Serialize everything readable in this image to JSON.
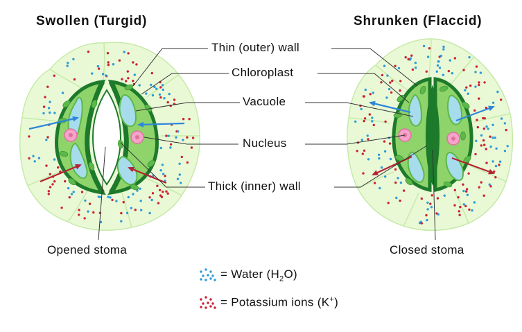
{
  "titles": {
    "left": "Swollen (Turgid)",
    "right": "Shrunken (Flaccid)"
  },
  "labels": {
    "thin_wall": "Thin (outer) wall",
    "chloroplast": "Chloroplast",
    "vacuole": "Vacuole",
    "nucleus": "Nucleus",
    "thick_wall": "Thick (inner) wall",
    "opened": "Opened stoma",
    "closed": "Closed stoma"
  },
  "legend": {
    "water_prefix": "= Water (H",
    "water_sub": "2",
    "water_suffix": "O)",
    "potassium_prefix": "= Potassium ions (K",
    "potassium_sup": "+",
    "potassium_suffix": ")"
  },
  "colors": {
    "cell_fill": "#e9f9d6",
    "cell_stroke": "#c6eaa8",
    "guard_wall": "#1d7a2b",
    "cytoplasm": "#8fd46a",
    "chloroplast": "#5cb84a",
    "vacuole": "#a6dcec",
    "nucleus": "#f4a4c8",
    "water": "#2d9bd9",
    "potassium": "#cc2233",
    "arrow_water": "#2d86d9",
    "arrow_k": "#b52233"
  }
}
